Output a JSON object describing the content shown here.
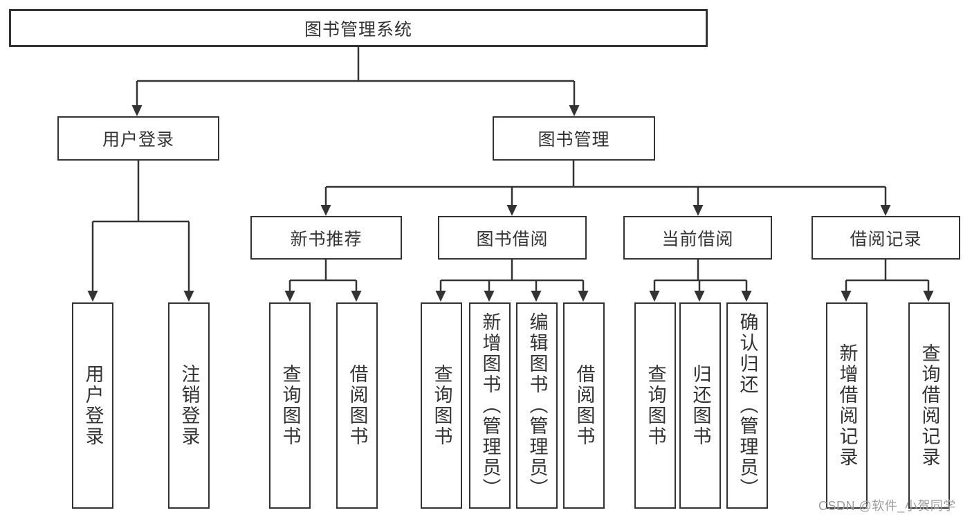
{
  "colors": {
    "line": "#333333",
    "box_border": "#333333",
    "text": "#333333",
    "background": "#ffffff",
    "watermark": "#9e9e9e"
  },
  "tree": {
    "root": "图书管理系统",
    "user_login": {
      "label": "用户登录",
      "children": [
        "用户登录",
        "注销登录"
      ]
    },
    "book_management": {
      "label": "图书管理",
      "sections": [
        {
          "label": "新书推荐",
          "children": [
            "查询图书",
            "借阅图书"
          ]
        },
        {
          "label": "图书借阅",
          "children": [
            "查询图书",
            "新增图书（管理员）",
            "编辑图书（管理员）",
            "借阅图书"
          ]
        },
        {
          "label": "当前借阅",
          "children": [
            "查询图书",
            "归还图书",
            "确认归还（管理员）"
          ]
        },
        {
          "label": "借阅记录",
          "children": [
            "新增借阅记录",
            "查询借阅记录"
          ]
        }
      ]
    }
  },
  "watermark": "CSDN @软件_小贺同学"
}
